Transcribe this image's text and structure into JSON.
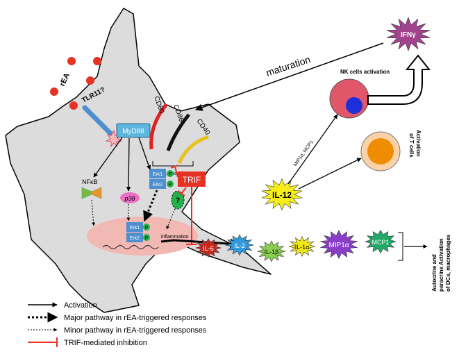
{
  "ligand": {
    "label": "rEA"
  },
  "receptors": {
    "tlr": "TLR11?",
    "myd88": "MyD88",
    "cd80": "CD80",
    "cd86": "CD86",
    "cd40": "CD40"
  },
  "signaling": {
    "nfkb": "NFκB",
    "p38": "p38",
    "erk1": "Erk1",
    "erk2": "Erk2",
    "p": "P",
    "unknown": "?",
    "trif": "TRIF",
    "maturation_small": "maturation",
    "inflammation": "inflammation"
  },
  "cytokines": {
    "il6": "IL-6",
    "il2": "IL-2",
    "il1b": "IL-1β",
    "il1a": "IL-1α",
    "mip1a": "MIP1α",
    "mcp1": "MCP1",
    "il12": "IL-12",
    "ifng": "IFNγ"
  },
  "labels": {
    "maturation": "maturation",
    "nk_activation": "NK cells activation",
    "mip_mcp": "MIP1α, MCP1",
    "t_activation_1": "Activation",
    "t_activation_2": "of T cells",
    "autocrine_1": "Autocrine and",
    "autocrine_2": "paracrine Activation",
    "autocrine_3": "of DCs, macrophages"
  },
  "legend": {
    "activation": "Activation",
    "major": "Major pathway in rEA-triggered responses",
    "minor": "Minor pathway in rEA-triggered responses",
    "trif_inhibition": "TRIF-mediated inhibition"
  },
  "colors": {
    "cell_fill": "#dcdcdc",
    "nucleus": "#f2b8b3",
    "trif_red": "#e63222",
    "myd88_blue": "#5bb5dc",
    "erk_blue": "#4d8fcf",
    "p_green": "#22b14c",
    "il12_yellow": "#f5ed1a",
    "ifng_purple": "#a2438e",
    "nk_pink": "#e0576a",
    "nk_blue": "#1d2fdb",
    "tcell_orange": "#f08c00",
    "tcell_peach": "#fbd1a8"
  }
}
